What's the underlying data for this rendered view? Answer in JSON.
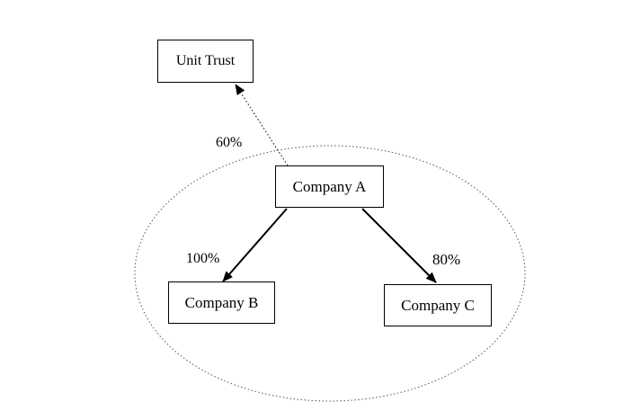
{
  "diagram": {
    "nodes": {
      "unit_trust": "Unit Trust",
      "company_a": "Company A",
      "company_b": "Company B",
      "company_c": "Company C"
    },
    "edges": {
      "a_to_unit_trust": "60%",
      "a_to_b": "100%",
      "a_to_c": "80%"
    },
    "line_color": "#000000",
    "group_outline_color": "#555555"
  }
}
